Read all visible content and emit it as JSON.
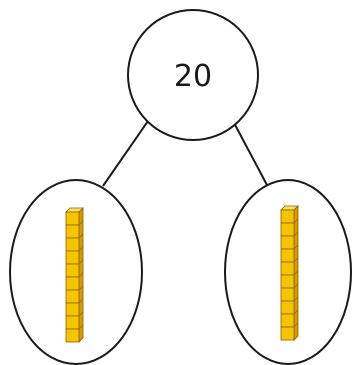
{
  "diagram": {
    "whole": "20",
    "parts": [
      {
        "name": "left-part",
        "tens_rods": 1,
        "units_per_rod": 10
      },
      {
        "name": "right-part",
        "tens_rods": 1,
        "units_per_rod": 10
      }
    ],
    "colors": {
      "outline": "#1a1a1a",
      "block_fill": "#F7C400",
      "block_side": "#D99A00",
      "block_top": "#FFE066",
      "block_line": "#8A6200"
    }
  }
}
